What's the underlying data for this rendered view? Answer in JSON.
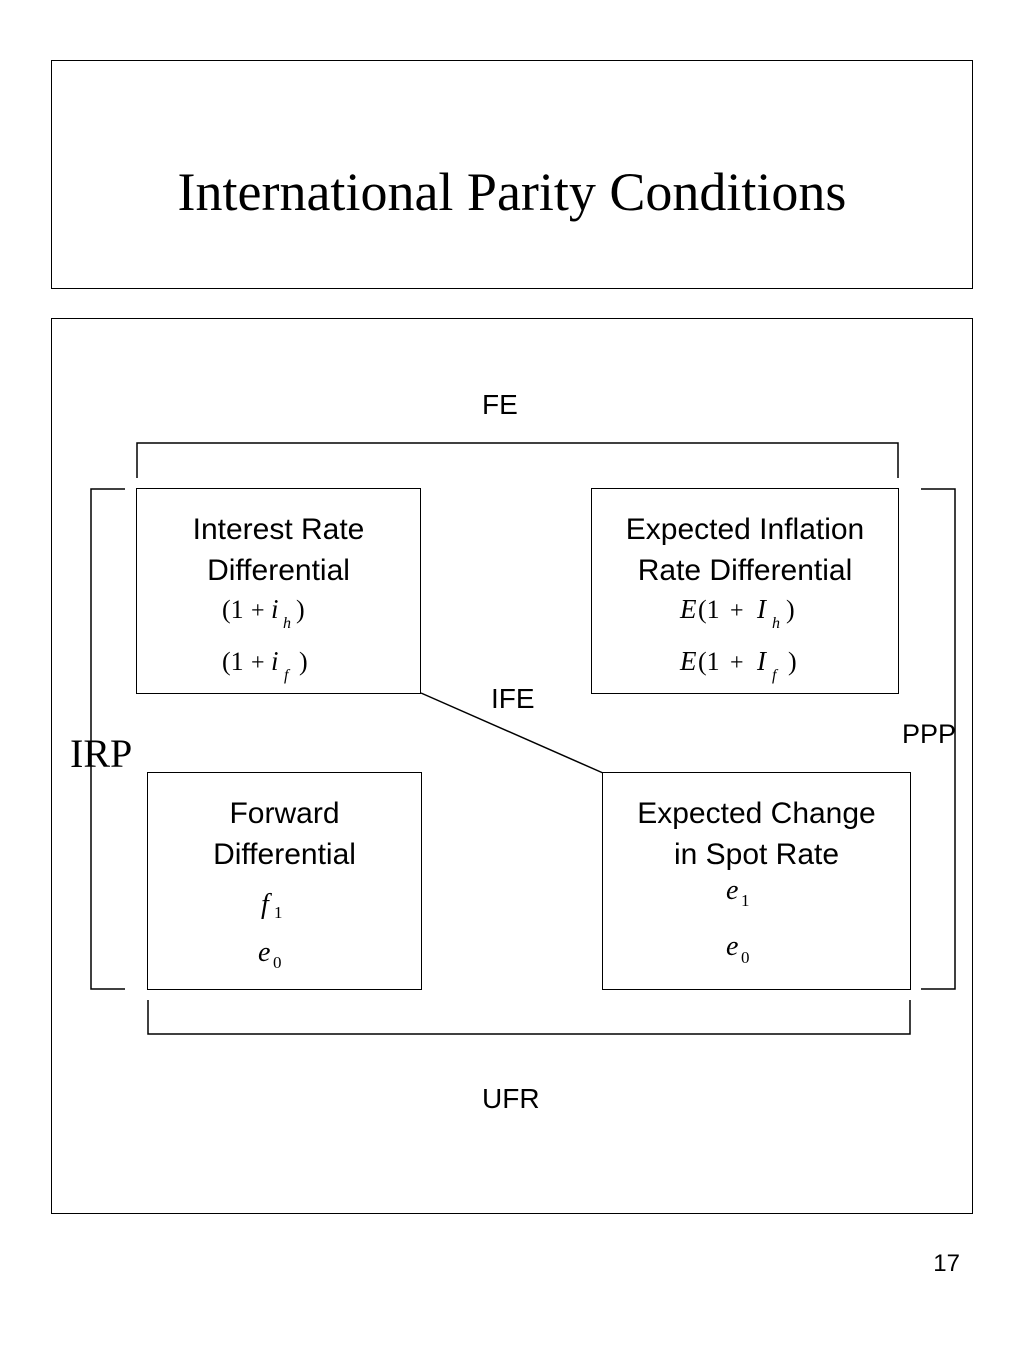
{
  "slide": {
    "title": "International Parity Conditions",
    "page_number": "17"
  },
  "diagram": {
    "boxes": {
      "interest": {
        "line1": "Interest Rate",
        "line2": "Differential",
        "num_open": "(1",
        "num_plus": "+",
        "num_var": "i",
        "num_sub": "h",
        "num_close": ")",
        "den_open": "(1",
        "den_plus": "+",
        "den_var": "i",
        "den_sub": "f",
        "den_close": ")"
      },
      "inflation": {
        "line1": "Expected Inflation",
        "line2": "Rate Differential",
        "num_e": "E",
        "num_open": "(1",
        "num_plus": "+",
        "num_var": "I",
        "num_sub": "h",
        "num_close": ")",
        "den_e": "E",
        "den_open": "(1",
        "den_plus": "+",
        "den_var": "I",
        "den_sub": "f",
        "den_close": ")"
      },
      "forward": {
        "line1": "Forward",
        "line2": "Differential",
        "num_var": "f",
        "num_sub": "1",
        "den_var": "e",
        "den_sub": "0"
      },
      "spot": {
        "line1": "Expected Change",
        "line2": "in Spot Rate",
        "num_var": "e",
        "num_sub": "1",
        "den_var": "e",
        "den_sub": "0"
      }
    },
    "relations": {
      "top": "FE",
      "diagonal": "IFE",
      "left": "IRP",
      "right": "PPP",
      "bottom": "UFR"
    }
  }
}
